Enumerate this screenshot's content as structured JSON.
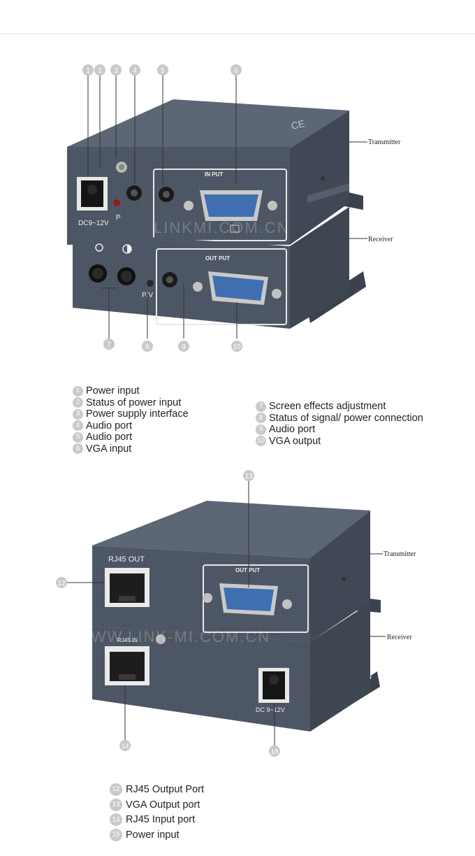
{
  "figure1": {
    "callouts": [
      "1",
      "2",
      "3",
      "4",
      "5",
      "6",
      "7",
      "8",
      "9",
      "10"
    ],
    "box_labels": {
      "transmitter": "Transmitter",
      "receiver": "Receiver"
    },
    "panel_text": {
      "input": "IN  PUT",
      "output": "OUT  PUT",
      "dc": "DC9~12V",
      "p": "P",
      "pv": "P/V",
      "watermark": "LINKMI.COM.CN"
    }
  },
  "legend_left": [
    {
      "num": "1",
      "label": "Power input"
    },
    {
      "num": "2",
      "label": "Status of power input"
    },
    {
      "num": "3",
      "label": "Power supply interface"
    },
    {
      "num": "4",
      "label": "Audio port"
    },
    {
      "num": "5",
      "label": "Audio port"
    },
    {
      "num": "6",
      "label": "VGA input"
    }
  ],
  "legend_right": [
    {
      "num": "7",
      "label": "Screen effects adjustment"
    },
    {
      "num": "8",
      "label": "Status of signal/ power connection"
    },
    {
      "num": "9",
      "label": "Audio port"
    },
    {
      "num": "10",
      "label": "VGA output"
    }
  ],
  "figure2": {
    "callouts": [
      "12",
      "13",
      "14",
      "15"
    ],
    "box_labels": {
      "transmitter": "Transmitter",
      "receiver": "Receiver"
    },
    "panel_text": {
      "rj45_out": "RJ45 OUT",
      "rj45_in": "RJ45 IN",
      "output": "OUT  PUT",
      "dc": "DC 9~12V",
      "watermark": "WWW.LINK-MI.COM.CN"
    }
  },
  "legend_bottom": [
    {
      "num": "12",
      "label": "RJ45 Output Port"
    },
    {
      "num": "13",
      "label": "VGA Output port"
    },
    {
      "num": "14",
      "label": "RJ45 Input port"
    },
    {
      "num": "15",
      "label": "Power input"
    }
  ],
  "colors": {
    "device_body": "#4c5563",
    "device_top": "#5e6775",
    "device_side": "#3f4753",
    "callout": "#c9c9c9",
    "vga": "#3f6fb0"
  }
}
